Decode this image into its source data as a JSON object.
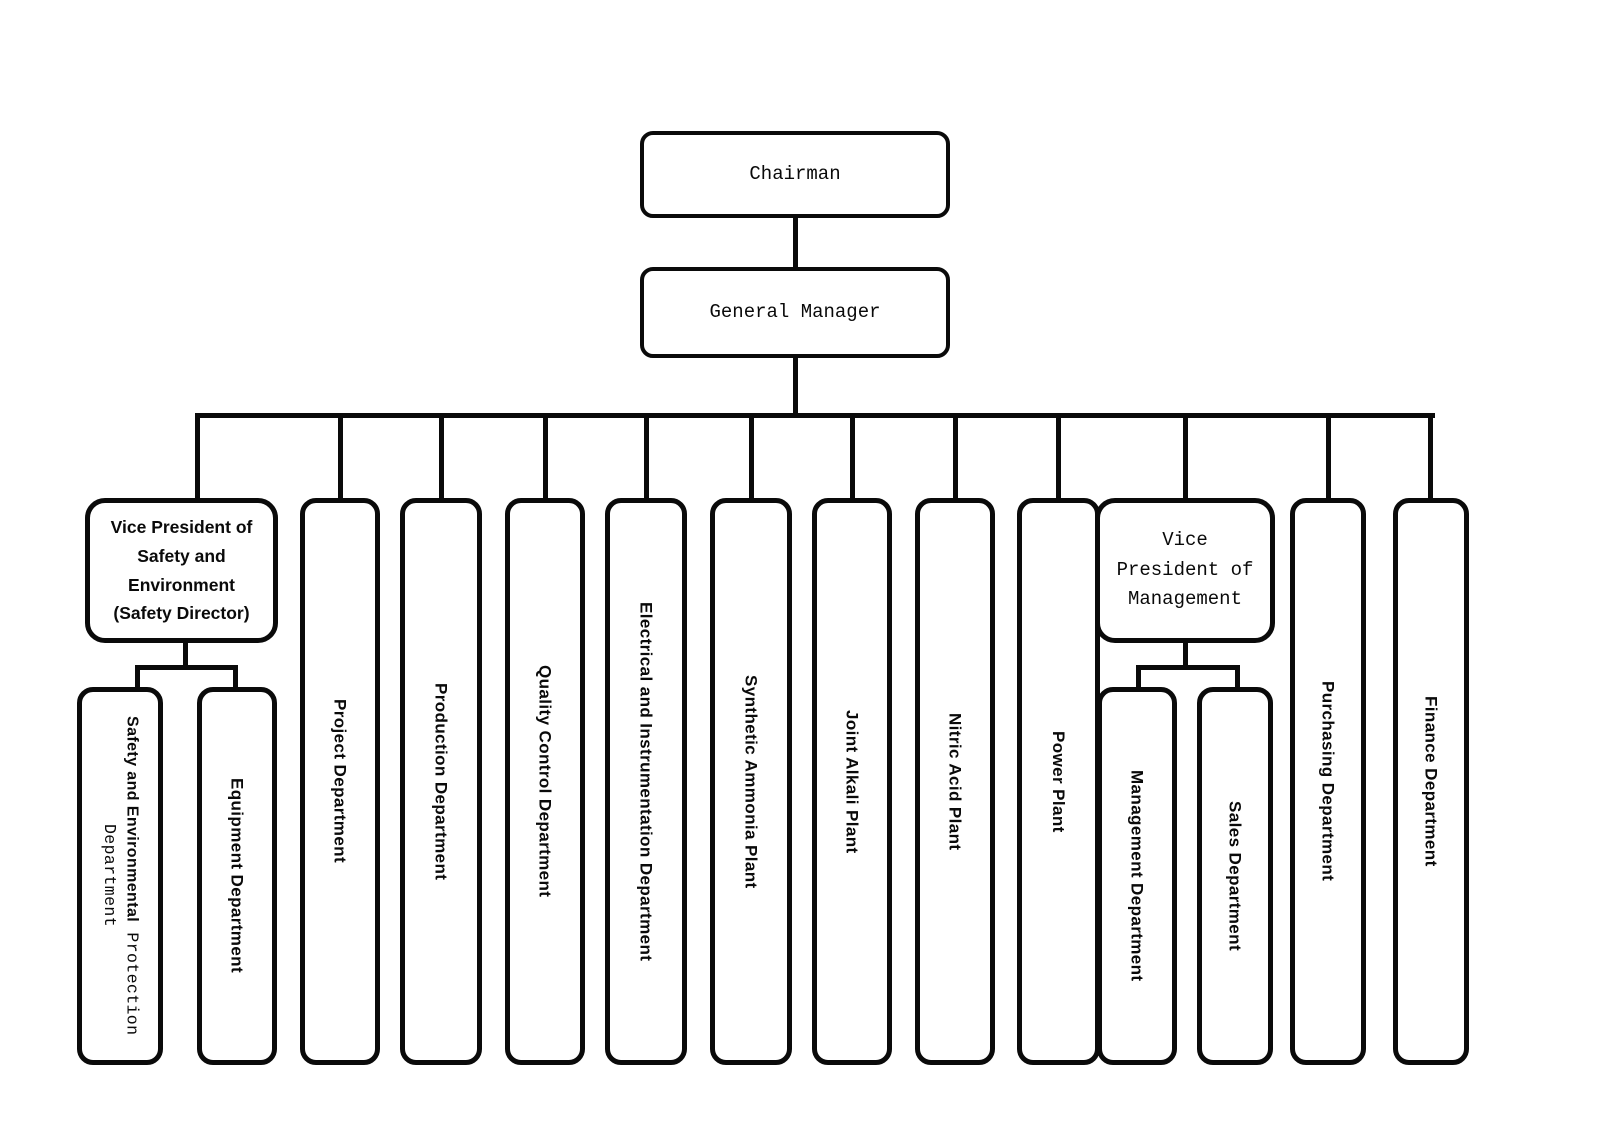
{
  "org_chart": {
    "root": {
      "label": "Chairman"
    },
    "level2": {
      "label": "General Manager"
    },
    "branches": [
      {
        "label_lines": [
          "Vice President of",
          "Safety and",
          "Environment",
          "(Safety Director)"
        ],
        "children": [
          {
            "label_part_bold": "Safety and Environmental",
            "label_part_regular": " Protection",
            "label_line2": "Department"
          },
          {
            "label": "Equipment Department"
          }
        ]
      },
      {
        "label": "Project Department"
      },
      {
        "label": "Production Department"
      },
      {
        "label": "Quality Control Department"
      },
      {
        "label": "Electrical and Instrumentation Department"
      },
      {
        "label": "Synthetic Ammonia Plant"
      },
      {
        "label": "Joint Alkali Plant"
      },
      {
        "label": "Nitric Acid Plant"
      },
      {
        "label": "Power Plant"
      },
      {
        "label_lines": [
          "Vice",
          "President of",
          "Management"
        ],
        "children": [
          {
            "label": "Management Department"
          },
          {
            "label": "Sales Department"
          }
        ]
      },
      {
        "label": "Purchasing Department"
      },
      {
        "label": "Finance Department"
      }
    ],
    "colors": {
      "line": "#0a0a0a",
      "text": "#0a0a0a",
      "background": "#ffffff"
    }
  }
}
